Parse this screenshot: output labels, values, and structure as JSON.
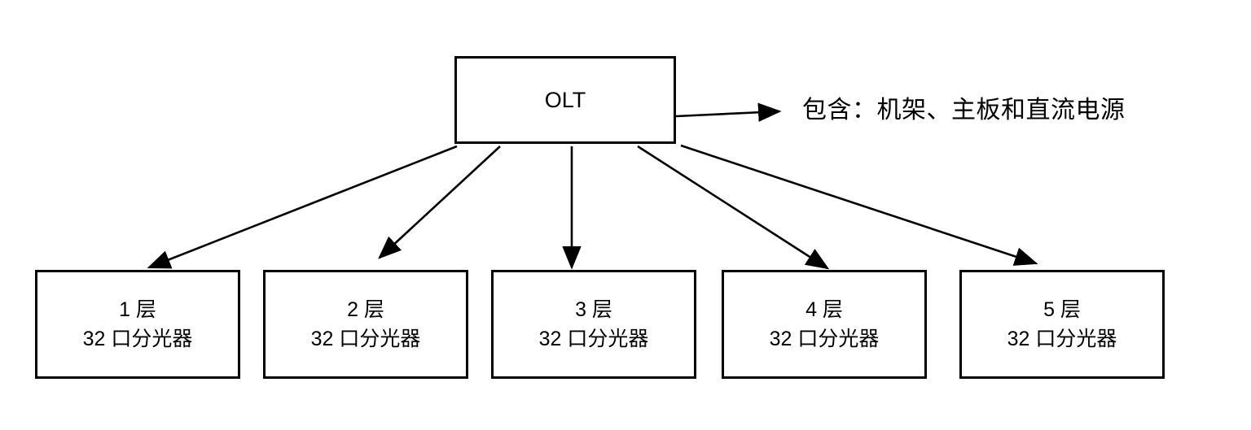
{
  "diagram": {
    "type": "tree-diagram",
    "background_color": "#ffffff",
    "stroke_color": "#000000",
    "root": {
      "label": "OLT"
    },
    "annotation": {
      "text": "包含：机架、主板和直流电源",
      "connector": "arrow-right"
    },
    "leaves": [
      {
        "line1": "1 层",
        "line2": "32 口分光器"
      },
      {
        "line1": "2 层",
        "line2": "32 口分光器"
      },
      {
        "line1": "3 层",
        "line2": "32 口分光器"
      },
      {
        "line1": "4 层",
        "line2": "32 口分光器"
      },
      {
        "line1": "5 层",
        "line2": "32 口分光器"
      }
    ]
  }
}
